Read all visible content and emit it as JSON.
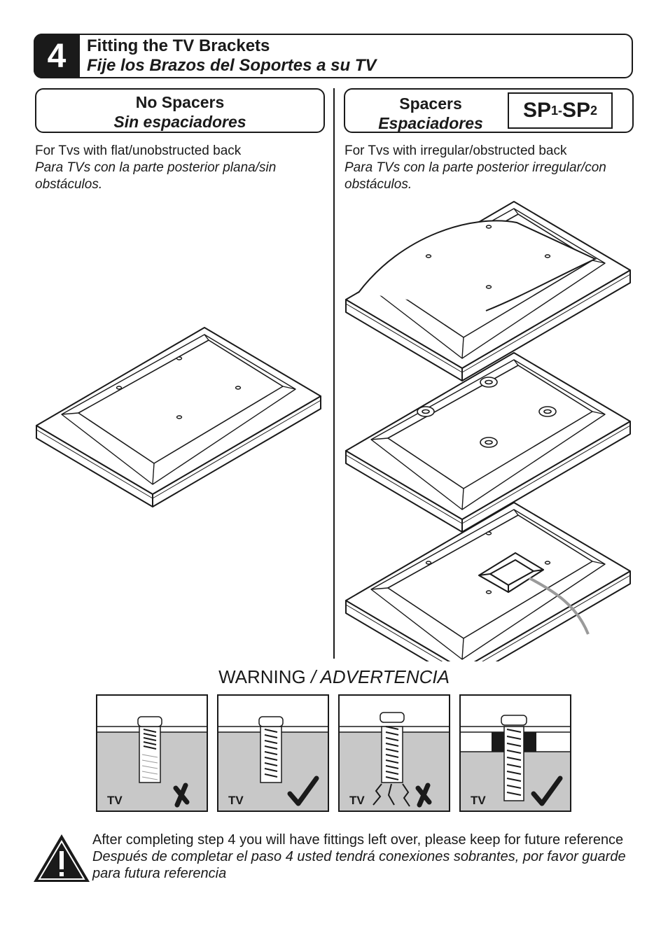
{
  "step": {
    "number": "4",
    "title_en": "Fitting the TV Brackets",
    "title_es": "Fije los Brazos del Soportes a su TV"
  },
  "left_column": {
    "title_en": "No Spacers",
    "title_es": "Sin espaciadores",
    "desc_en": "For Tvs with flat/unobstructed back",
    "desc_es": "Para TVs con la parte posterior plana/sin obstáculos."
  },
  "right_column": {
    "title_en": "Spacers",
    "title_es": "Espaciadores",
    "badge": {
      "sp_a": "SP",
      "sub_a": "1",
      "dash": "-",
      "sp_b": "SP",
      "sub_b": "2"
    },
    "desc_en": "For Tvs with irregular/obstructed back",
    "desc_es": "Para TVs con la parte posterior irregular/con obstáculos."
  },
  "warning": {
    "title_en": "WARNING",
    "title_es": "/ ADVERTENCIA",
    "panels": [
      {
        "label": "TV",
        "result": "wrong"
      },
      {
        "label": "TV",
        "result": "correct"
      },
      {
        "label": "TV",
        "result": "wrong"
      },
      {
        "label": "TV",
        "result": "correct"
      }
    ]
  },
  "note": {
    "icon": "warning-triangle-icon",
    "text_en": "After completing step 4 you will have fittings left over, please keep for future reference",
    "text_es": "Después de completar el paso 4 usted tendrá conexiones sobrantes, por favor guarde para futura referencia"
  }
}
